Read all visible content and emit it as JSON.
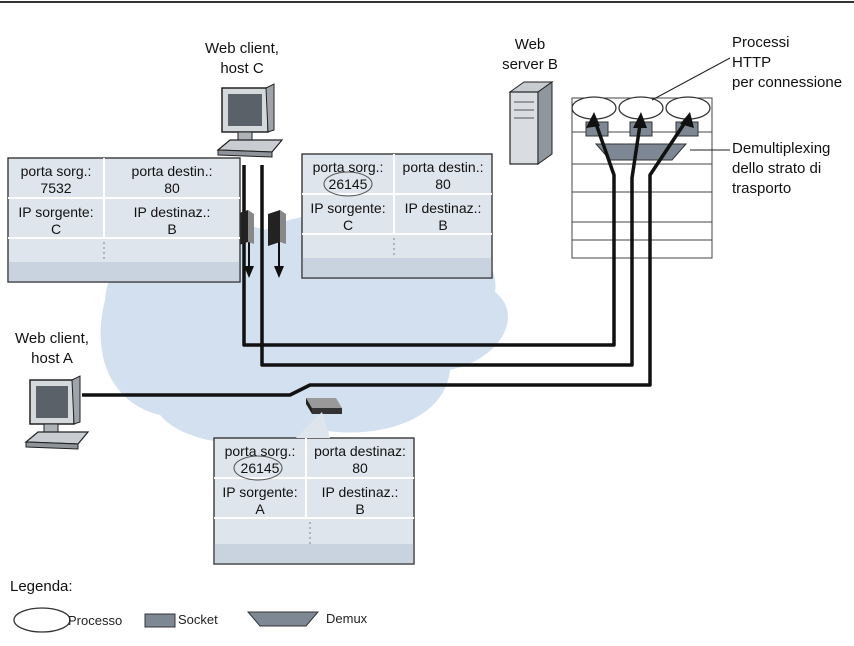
{
  "labels": {
    "web_client_c": "Web client,",
    "host_c": "host C",
    "web_server": "Web",
    "server_b": "server B",
    "processi": "Processi",
    "http": "HTTP",
    "per_connessione": "per connessione",
    "demultiplexing": "Demultiplexing",
    "dello_strato": "dello strato di",
    "trasporto": "trasporto",
    "web_client_a": "Web client,",
    "host_a": "host A"
  },
  "segments": [
    {
      "id": "c-7532",
      "src_port_label": "porta sorg.:",
      "src_port": "7532",
      "dst_port_label": "porta destin.:",
      "dst_port": "80",
      "src_ip_label": "IP sorgente:",
      "src_ip": "C",
      "dst_ip_label": "IP destinaz.:",
      "dst_ip": "B"
    },
    {
      "id": "c-26145",
      "src_port_label": "porta sorg.:",
      "src_port": "26145",
      "dst_port_label": "porta destin.:",
      "dst_port": "80",
      "src_ip_label": "IP sorgente:",
      "src_ip": "C",
      "dst_ip_label": "IP destinaz.:",
      "dst_ip": "B"
    },
    {
      "id": "a-26145",
      "src_port_label": "porta sorg.:",
      "src_port": "26145",
      "dst_port_label": "porta destinaz:",
      "dst_port": "80",
      "src_ip_label": "IP sorgente:",
      "src_ip": "A",
      "dst_ip_label": "IP destinaz.:",
      "dst_ip": "B"
    }
  ],
  "legend": {
    "title": "Legenda:",
    "processo": "Processo",
    "socket": "Socket",
    "demux": "Demux"
  },
  "colors": {
    "segment_fill": "#dfe5ec",
    "segment_stripe": "#c9d3df",
    "cloud": "#c4d6ea",
    "line": "#111111",
    "socket": "#7d8894"
  }
}
